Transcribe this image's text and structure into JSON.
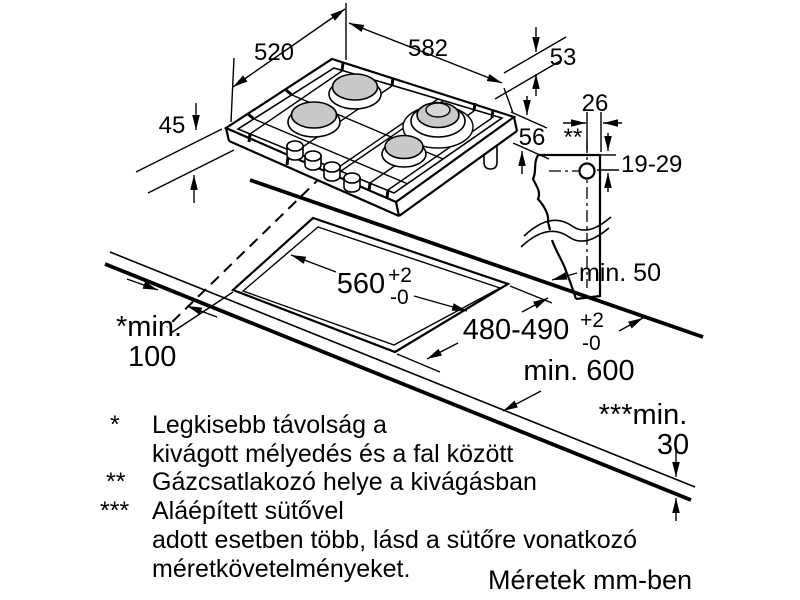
{
  "labels": {
    "d45": "45",
    "d520": "520",
    "d582": "582",
    "d53": "53",
    "d56": "56",
    "d26": "26",
    "d19_29": "19-29",
    "gas_marker": "**",
    "v560": "560",
    "v480": "480-490",
    "tol_plus": "+2",
    "tol_minus": "-0",
    "min50": "min. 50",
    "min100_l1": "*min.",
    "min100_l2": "100",
    "min600": "min. 600",
    "min30_l1": "***min.",
    "min30_l2": "30"
  },
  "footnotes": {
    "star1_marker": "*",
    "star1_line1": "Legkisebb távolság a",
    "star1_line2": "kivágott mélyedés és a fal között",
    "star2_marker": "**",
    "star2_line1": "Gázcsatlakozó helye a kivágásban",
    "star3_marker": "***",
    "star3_line1": "Aláépített sütővel",
    "star3_line2": "adott esetben több, lásd a sütőre vonatkozó",
    "star3_line3": "méretkövetelményeket."
  },
  "units_note": "Méretek mm-ben"
}
